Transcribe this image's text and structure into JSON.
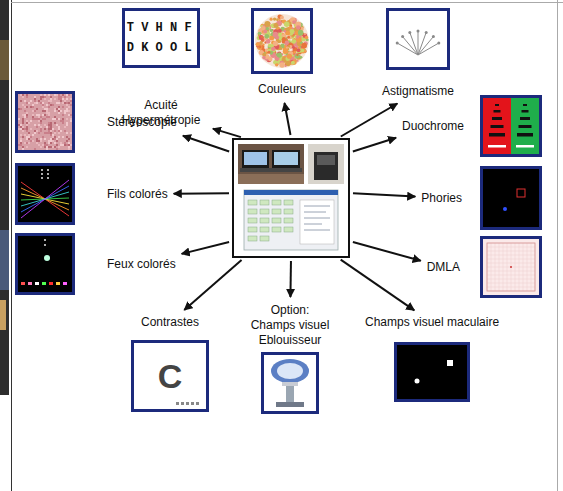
{
  "diagram": {
    "nodes": [
      {
        "text": []
      },
      {
        "text": [
          "T V H N F D K O O L",
          "Acuité Hypermétropie"
        ]
      },
      {
        "text": [
          "Couleurs"
        ]
      },
      {
        "text": [
          "Astigmatisme"
        ]
      },
      {
        "text": [
          "Stéréoscopie"
        ]
      },
      {
        "text": [
          "Duochrome"
        ]
      },
      {
        "text": [
          "Fils colorés"
        ]
      },
      {
        "text": [
          "Phories"
        ]
      },
      {
        "text": [
          "Feux colorés"
        ]
      },
      {
        "text": [
          "DMLA"
        ]
      },
      {
        "text": [
          "Contrastes",
          "C"
        ]
      },
      {
        "text": [
          "Option: Champs visuel Eblouisseur"
        ]
      },
      {
        "text": [
          "Champs visuel maculaire"
        ]
      }
    ],
    "edges": [
      {
        "from": 0,
        "to": 1,
        "arrow": "to"
      },
      {
        "from": 0,
        "to": 2,
        "arrow": "to"
      },
      {
        "from": 0,
        "to": 3,
        "arrow": "to"
      },
      {
        "from": 0,
        "to": 4,
        "arrow": "to"
      },
      {
        "from": 0,
        "to": 5,
        "arrow": "to"
      },
      {
        "from": 0,
        "to": 6,
        "arrow": "to"
      },
      {
        "from": 0,
        "to": 7,
        "arrow": "to"
      },
      {
        "from": 0,
        "to": 8,
        "arrow": "to"
      },
      {
        "from": 0,
        "to": 9,
        "arrow": "to"
      },
      {
        "from": 0,
        "to": 10,
        "arrow": "to"
      },
      {
        "from": 0,
        "to": 11,
        "arrow": "to"
      },
      {
        "from": 0,
        "to": 12,
        "arrow": "to"
      }
    ]
  }
}
